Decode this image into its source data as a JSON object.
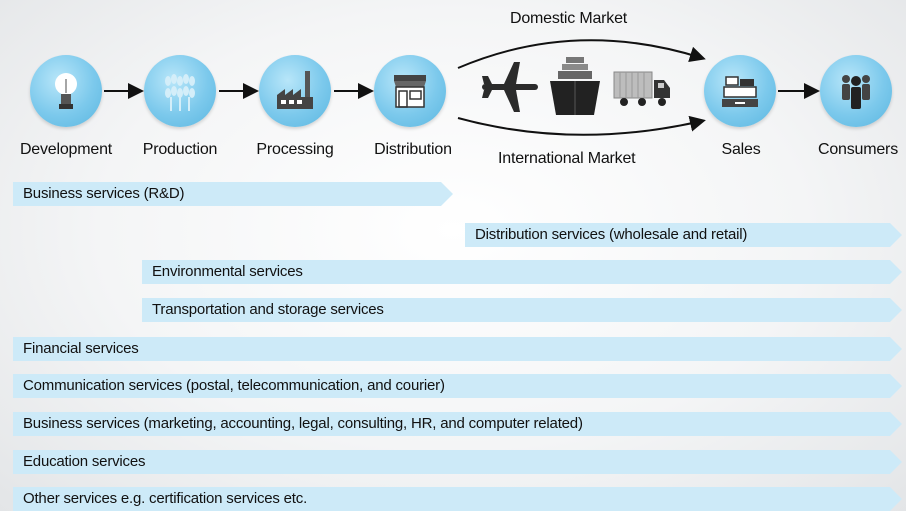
{
  "stages": [
    {
      "label": "Development",
      "icon": "lightbulb-icon"
    },
    {
      "label": "Production",
      "icon": "wheat-icon"
    },
    {
      "label": "Processing",
      "icon": "factory-icon"
    },
    {
      "label": "Distribution",
      "icon": "storefront-icon"
    },
    {
      "label": "Sales",
      "icon": "cash-register-icon"
    },
    {
      "label": "Consumers",
      "icon": "people-icon"
    }
  ],
  "markets": {
    "domestic": "Domestic Market",
    "international": "International Market"
  },
  "transport_icons": [
    "airplane-icon",
    "ship-icon",
    "truck-icon"
  ],
  "services": [
    "Business services (R&D)",
    "Distribution services (wholesale and retail)",
    "Environmental services",
    "Transportation and storage services",
    "Financial services",
    "Communication services (postal, telecommunication, and courier)",
    "Business services (marketing, accounting, legal, consulting, HR, and computer related)",
    "Education services",
    "Other services e.g. certification services etc."
  ],
  "colors": {
    "circle": "#7cc9ec",
    "band": "#cdeaf8",
    "arrow": "#111111"
  }
}
